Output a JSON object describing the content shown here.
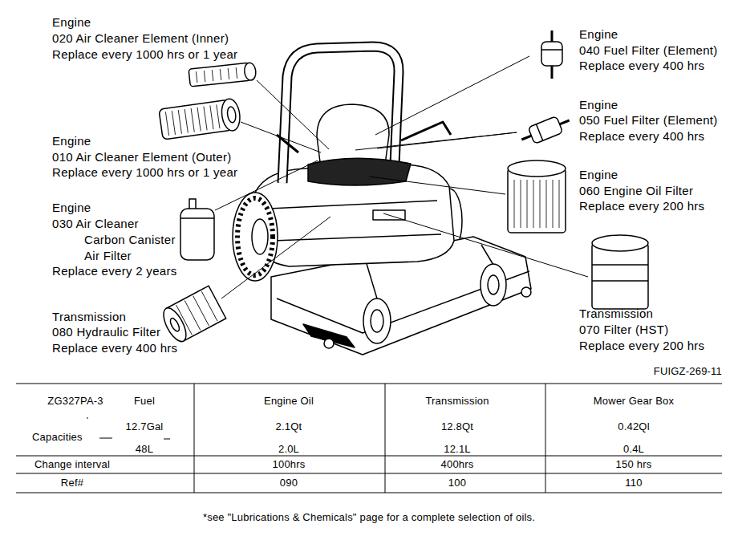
{
  "diagram": {
    "labels": [
      "Engine",
      "020 Air Cleaner Element (Inner)",
      "Replace every 1000 hrs or 1 year",
      "Engine",
      "010 Air Cleaner Element (Outer)",
      "Replace every 1000 hrs or 1 year",
      "Engine",
      "030 Air Cleaner Carbon Canister Air Filter",
      "Replace every 2 years",
      "Transmission",
      "080 Hydraulic Filter",
      "Replace every 400 hrs",
      "Engine",
      "040 Fuel Filter (Element)",
      "Replace every 400 hrs",
      "Engine",
      "050 Fuel Filter (Element)",
      "Replace every 400 hrs",
      "Engine",
      "060 Engine Oil Filter",
      "Replace every 200 hrs",
      "Transmission",
      "070 Filter (HST)",
      "Replace every 200 hrs",
      "FUIGZ-269-11",
      "ZG327PA-3",
      "Fuel",
      "Engine Oil",
      "Transmission",
      "Mower Gear Box",
      "Capacities",
      "12.7Gal",
      "48L",
      "2.1Qt",
      "2.0L",
      "12.8Qt",
      "12.1L",
      "0.42Ql",
      "0.4L",
      "Change interval",
      "100hrs",
      "400hrs",
      "150 hrs",
      "Ref#",
      "090",
      "100",
      "110",
      "*see \"Lubrications & Chemicals\" page for a complete selection of oils."
    ]
  }
}
